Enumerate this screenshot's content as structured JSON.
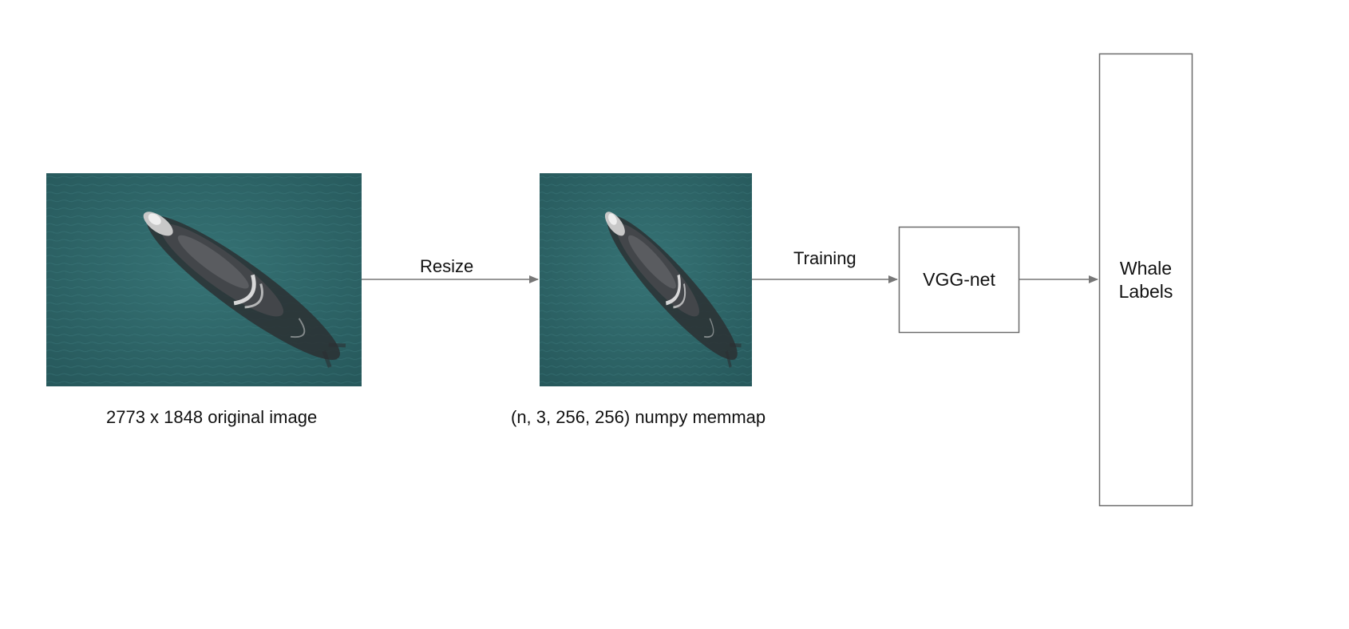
{
  "images": {
    "original": {
      "caption": "2773 x 1848 original image",
      "water_color": "#2f6a6c",
      "subject": "whale-aerial-photo"
    },
    "resized": {
      "caption": "(n, 3, 256, 256) numpy memmap",
      "water_color": "#2f6a6c",
      "subject": "whale-aerial-photo"
    }
  },
  "edges": {
    "resize_label": "Resize",
    "training_label": "Training"
  },
  "nodes": {
    "model": {
      "label": "VGG-net"
    },
    "output": {
      "label_line1": "Whale",
      "label_line2": "Labels"
    }
  },
  "colors": {
    "stroke": "#6b6b6b",
    "arrow": "#777777"
  }
}
